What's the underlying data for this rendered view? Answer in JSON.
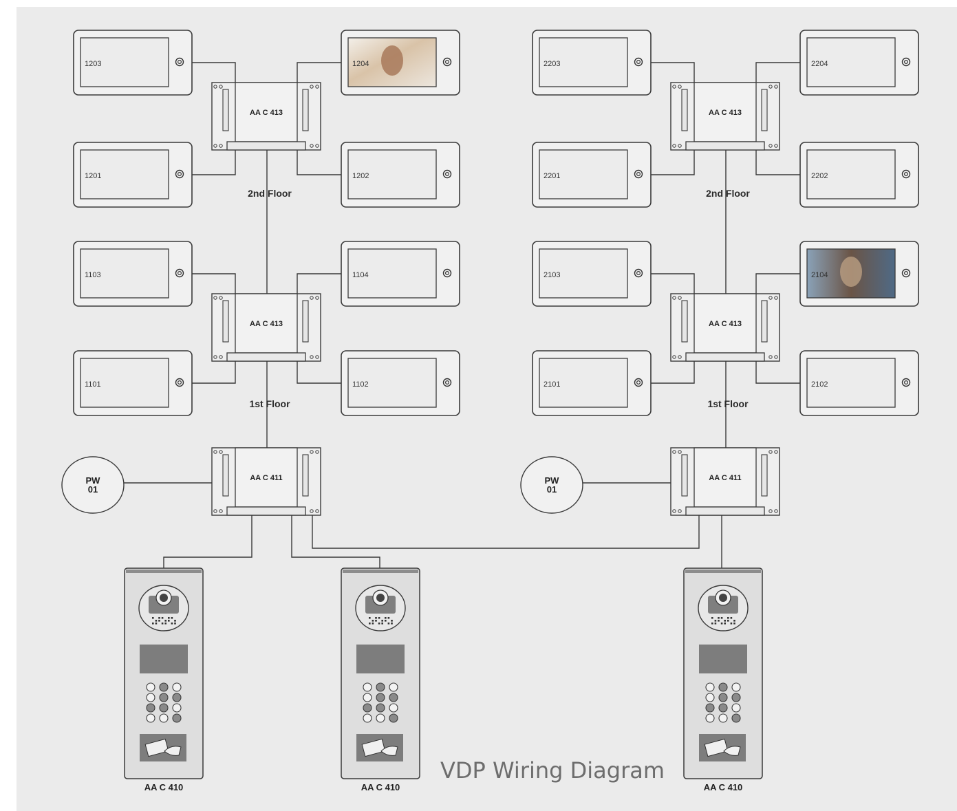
{
  "title": "VDP Wiring Diagram",
  "colors": {
    "background": "#ebebeb",
    "line": "#3a3a3a",
    "panel": "#d6d6d6",
    "key_dark": "#8a8a8a"
  },
  "buildings": [
    {
      "floors": [
        {
          "label": "2nd  Floor",
          "hub": "AA C 413",
          "monitors": [
            "1203",
            "1204",
            "1201",
            "1202"
          ],
          "video_on": [
            false,
            true,
            false,
            false
          ]
        },
        {
          "label": "1st  Floor",
          "hub": "AA C 413",
          "monitors": [
            "1103",
            "1104",
            "1101",
            "1102"
          ],
          "video_on": [
            false,
            false,
            false,
            false
          ]
        }
      ],
      "main_hub": "AA C 411",
      "power": {
        "line1": "PW",
        "line2": "01"
      }
    },
    {
      "floors": [
        {
          "label": "2nd  Floor",
          "hub": "AA C 413",
          "monitors": [
            "2203",
            "2204",
            "2201",
            "2202"
          ],
          "video_on": [
            false,
            false,
            false,
            false
          ]
        },
        {
          "label": "1st  Floor",
          "hub": "AA C 413",
          "monitors": [
            "2103",
            "2104",
            "2101",
            "2102"
          ],
          "video_on": [
            false,
            true,
            false,
            false
          ]
        }
      ],
      "main_hub": "AA C 411",
      "power": {
        "line1": "PW",
        "line2": "01"
      }
    }
  ],
  "door_panels": [
    {
      "label": "AA C 410",
      "keys": [
        false,
        true,
        false,
        false,
        true,
        true,
        true,
        true,
        false,
        false,
        false,
        true
      ]
    },
    {
      "label": "AA C 410",
      "keys": [
        false,
        true,
        false,
        false,
        true,
        true,
        true,
        true,
        false,
        false,
        false,
        true
      ]
    },
    {
      "label": "AA C 410",
      "keys": [
        false,
        true,
        false,
        false,
        true,
        true,
        true,
        true,
        false,
        false,
        false,
        true
      ]
    }
  ],
  "icons": {
    "monitor_button": "monitor-button-icon",
    "camera": "camera-icon",
    "speaker": "speaker-grille-icon",
    "card": "card-reader-icon"
  }
}
